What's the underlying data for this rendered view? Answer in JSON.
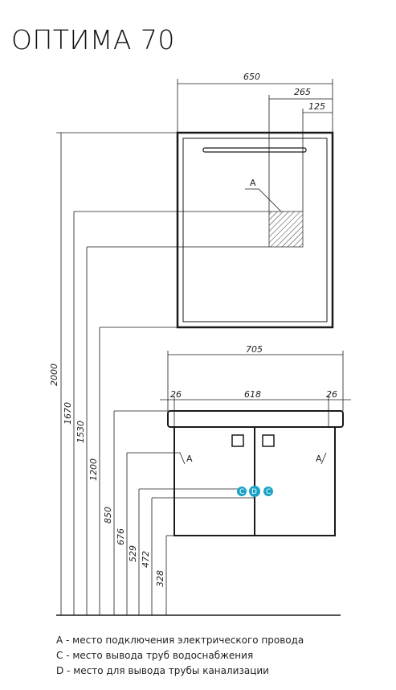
{
  "title": "ОПТИМА 70",
  "dimensions": {
    "mirror_width": "650",
    "mirror_offset": "265",
    "mirror_socket": "125",
    "cabinet_width": "705",
    "inner_width": "618",
    "side_left": "26",
    "side_right": "26",
    "heights": [
      "2000",
      "1670",
      "1530",
      "1200",
      "850",
      "676",
      "529",
      "472",
      "328"
    ]
  },
  "markers": {
    "a_mirror": "A",
    "a_left": "A",
    "a_right": "A",
    "c_left": "C",
    "d": "D",
    "c_right": "C"
  },
  "colors": {
    "line": "#1a1a1a",
    "marker": "#1aa3c8",
    "hatch": "#333333"
  },
  "legend": [
    "А - место подключения электрического провода",
    "С - место вывода труб водоснабжения",
    "D - место для вывода трубы канализации"
  ]
}
